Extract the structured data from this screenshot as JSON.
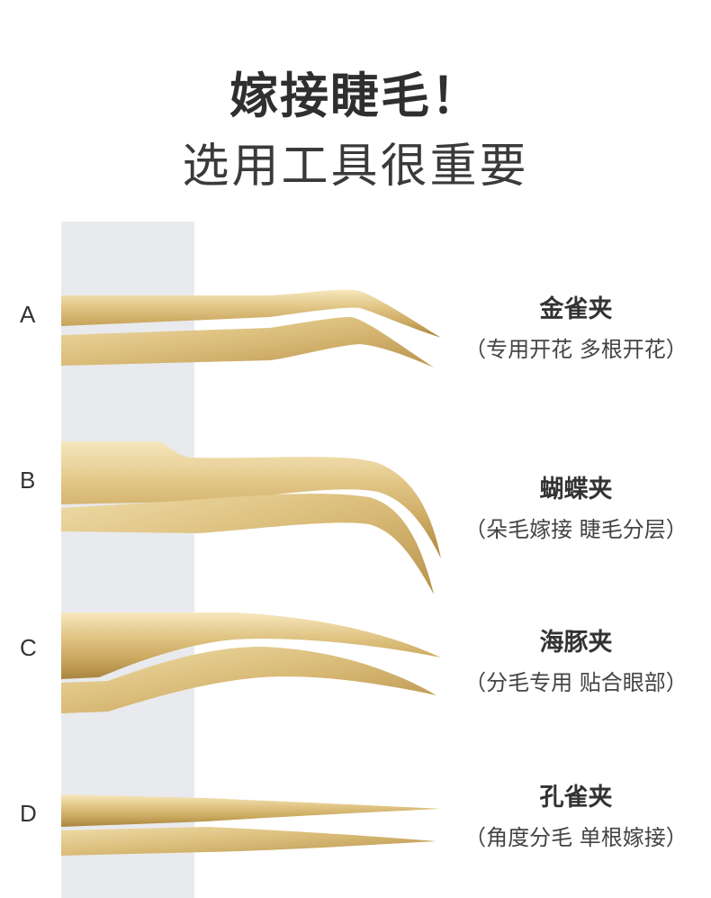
{
  "header": {
    "title": "嫁接睫毛！",
    "subtitle": "选用工具很重要"
  },
  "colors": {
    "gold_light": "#f3e2b4",
    "gold_mid": "#d8bb78",
    "gold_dark": "#b08a44",
    "strip_gray": "#e9eaee"
  },
  "tools": [
    {
      "letter": "A",
      "name": "金雀夹",
      "desc": "（专用开花 多根开花）"
    },
    {
      "letter": "B",
      "name": "蝴蝶夹",
      "desc": "（朵毛嫁接 睫毛分层）"
    },
    {
      "letter": "C",
      "name": "海豚夹",
      "desc": "（分毛专用 贴合眼部）"
    },
    {
      "letter": "D",
      "name": "孔雀夹",
      "desc": "（角度分毛 单根嫁接）"
    }
  ]
}
